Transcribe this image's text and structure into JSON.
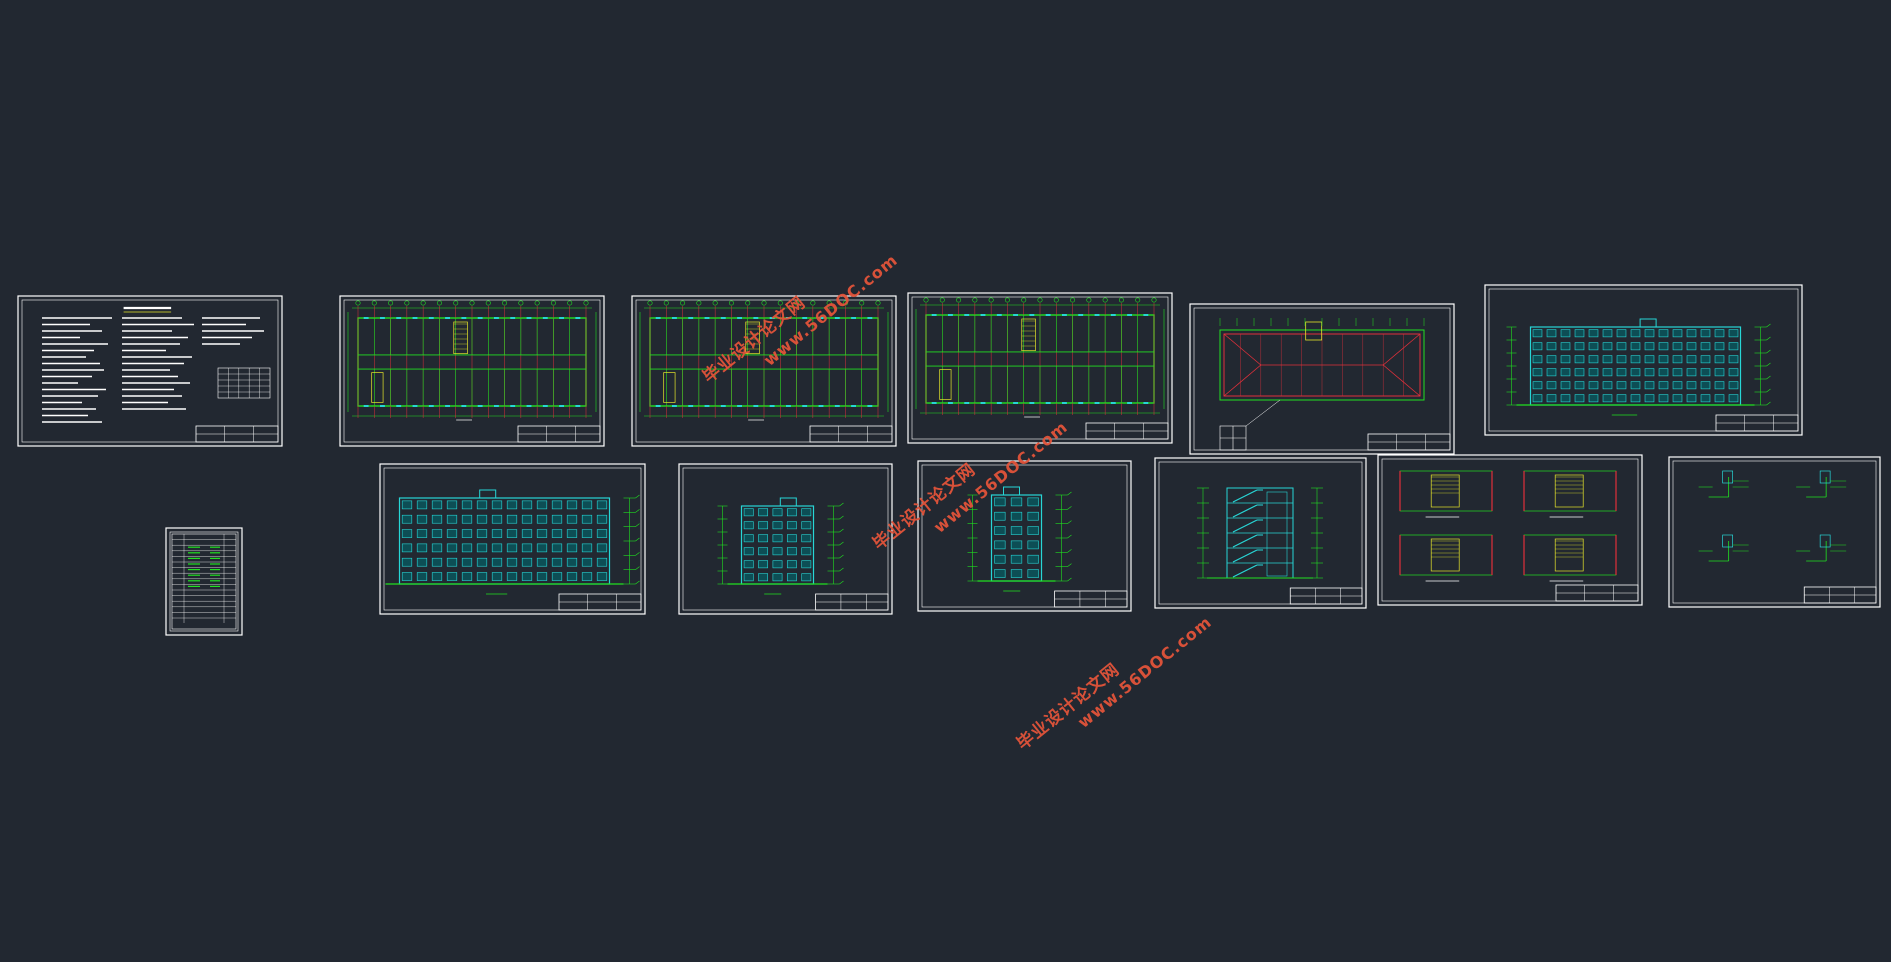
{
  "colors": {
    "background": "#222831",
    "frame": "#ffffff",
    "cad_green": "#21e021",
    "cad_cyan": "#27d6d6",
    "cad_red": "#e0303a",
    "cad_yellow": "#e6e62a",
    "watermark": "#e2543a"
  },
  "watermark": {
    "chinese": "毕业设计论文网",
    "url": "www.56DOC.com"
  },
  "sheets": [
    {
      "name": "design-notes-sheet",
      "kind": "text"
    },
    {
      "name": "drawing-index-sheet",
      "kind": "index"
    },
    {
      "name": "first-floor-plan-sheet",
      "kind": "plan"
    },
    {
      "name": "standard-floor-plan-sheet",
      "kind": "plan"
    },
    {
      "name": "top-floor-plan-sheet",
      "kind": "plan"
    },
    {
      "name": "roof-plan-sheet",
      "kind": "roof"
    },
    {
      "name": "front-elevation-sheet",
      "kind": "elevation"
    },
    {
      "name": "rear-elevation-sheet",
      "kind": "elevation"
    },
    {
      "name": "side-elevation-sheet",
      "kind": "elevation"
    },
    {
      "name": "side-elevation-2-sheet",
      "kind": "elevation"
    },
    {
      "name": "section-sheet",
      "kind": "section"
    },
    {
      "name": "stair-detail-sheet",
      "kind": "details"
    },
    {
      "name": "node-detail-sheet",
      "kind": "details"
    }
  ]
}
